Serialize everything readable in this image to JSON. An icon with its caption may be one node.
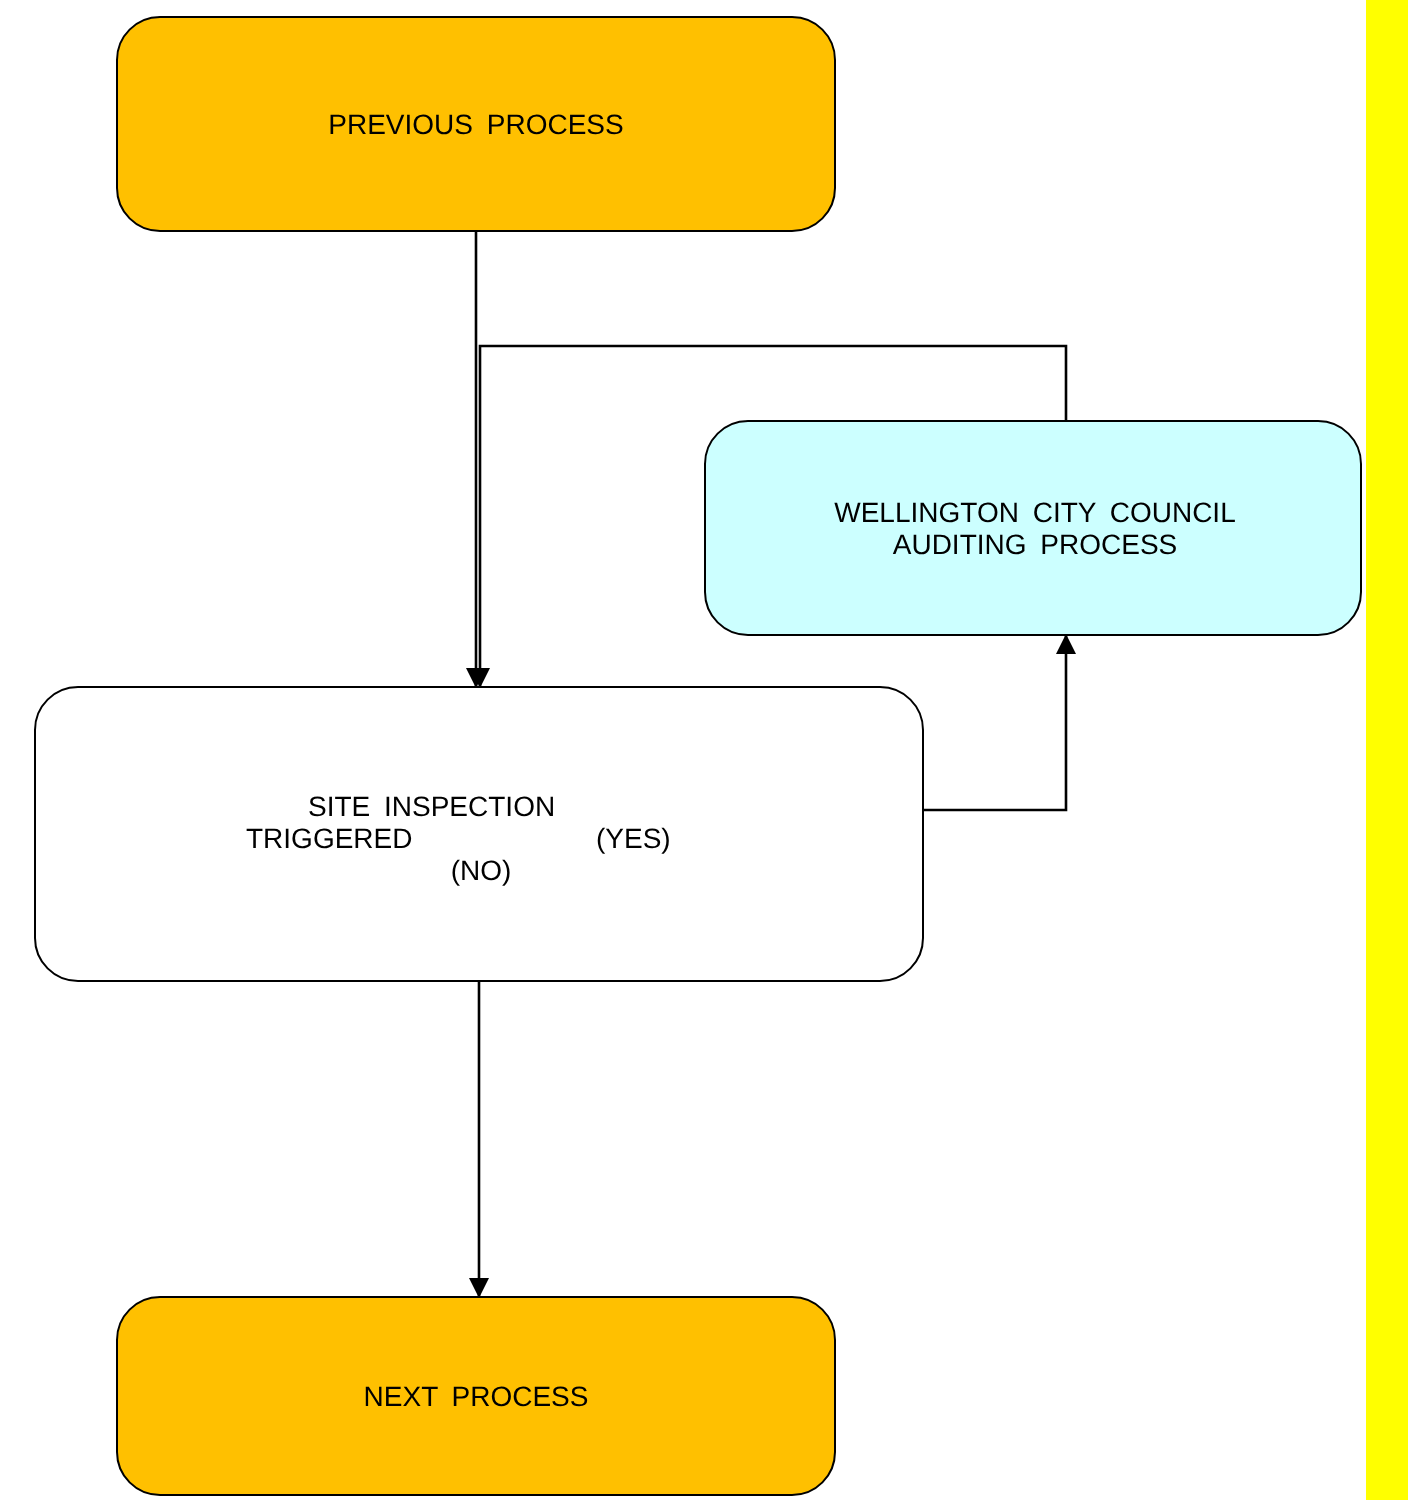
{
  "diagram": {
    "nodes": [
      {
        "text": [
          "PREVIOUS PROCESS"
        ]
      },
      {
        "text": [
          "WELLINGTON CITY COUNCIL AUDITING PROCESS"
        ]
      },
      {
        "text": [
          "SITE INSPECTION TRIGGERED",
          "(YES)",
          "(NO)"
        ]
      },
      {
        "text": [
          "NEXT PROCESS"
        ]
      },
      {
        "text": [],
        "shape": "bar"
      }
    ],
    "edges": [
      {
        "from": 0,
        "to": 2,
        "arrow": "to"
      },
      {
        "from": 1,
        "to": 2,
        "arrow": "to"
      },
      {
        "from": 2,
        "to": 1,
        "arrow": "to"
      },
      {
        "from": 2,
        "to": 3,
        "arrow": "to"
      }
    ]
  }
}
